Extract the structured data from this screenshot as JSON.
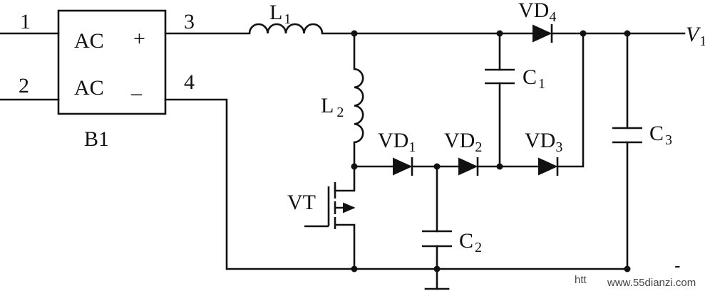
{
  "diagram": {
    "pins": {
      "p1": "1",
      "p2": "2",
      "p3": "3",
      "p4": "4"
    },
    "bridge": {
      "name": "B1",
      "ac_top": "AC",
      "ac_bottom": "AC",
      "plus": "+",
      "minus": "_"
    },
    "inductors": {
      "l1_main": "L",
      "l1_sub": "1",
      "l2_main": "L",
      "l2_sub": "2"
    },
    "diodes": {
      "vd1_main": "VD",
      "vd1_sub": "1",
      "vd2_main": "VD",
      "vd2_sub": "2",
      "vd3_main": "VD",
      "vd3_sub": "3",
      "vd4_main": "VD",
      "vd4_sub": "4"
    },
    "capacitors": {
      "c1_main": "C",
      "c1_sub": "1",
      "c2_main": "C",
      "c2_sub": "2",
      "c3_main": "C",
      "c3_sub": "3"
    },
    "transistor": "VT",
    "output": {
      "v_main": "V",
      "v_sub": "1",
      "minus": "-"
    },
    "watermark": {
      "prefix": "htt",
      "url": "www.55dianzi.com"
    }
  }
}
